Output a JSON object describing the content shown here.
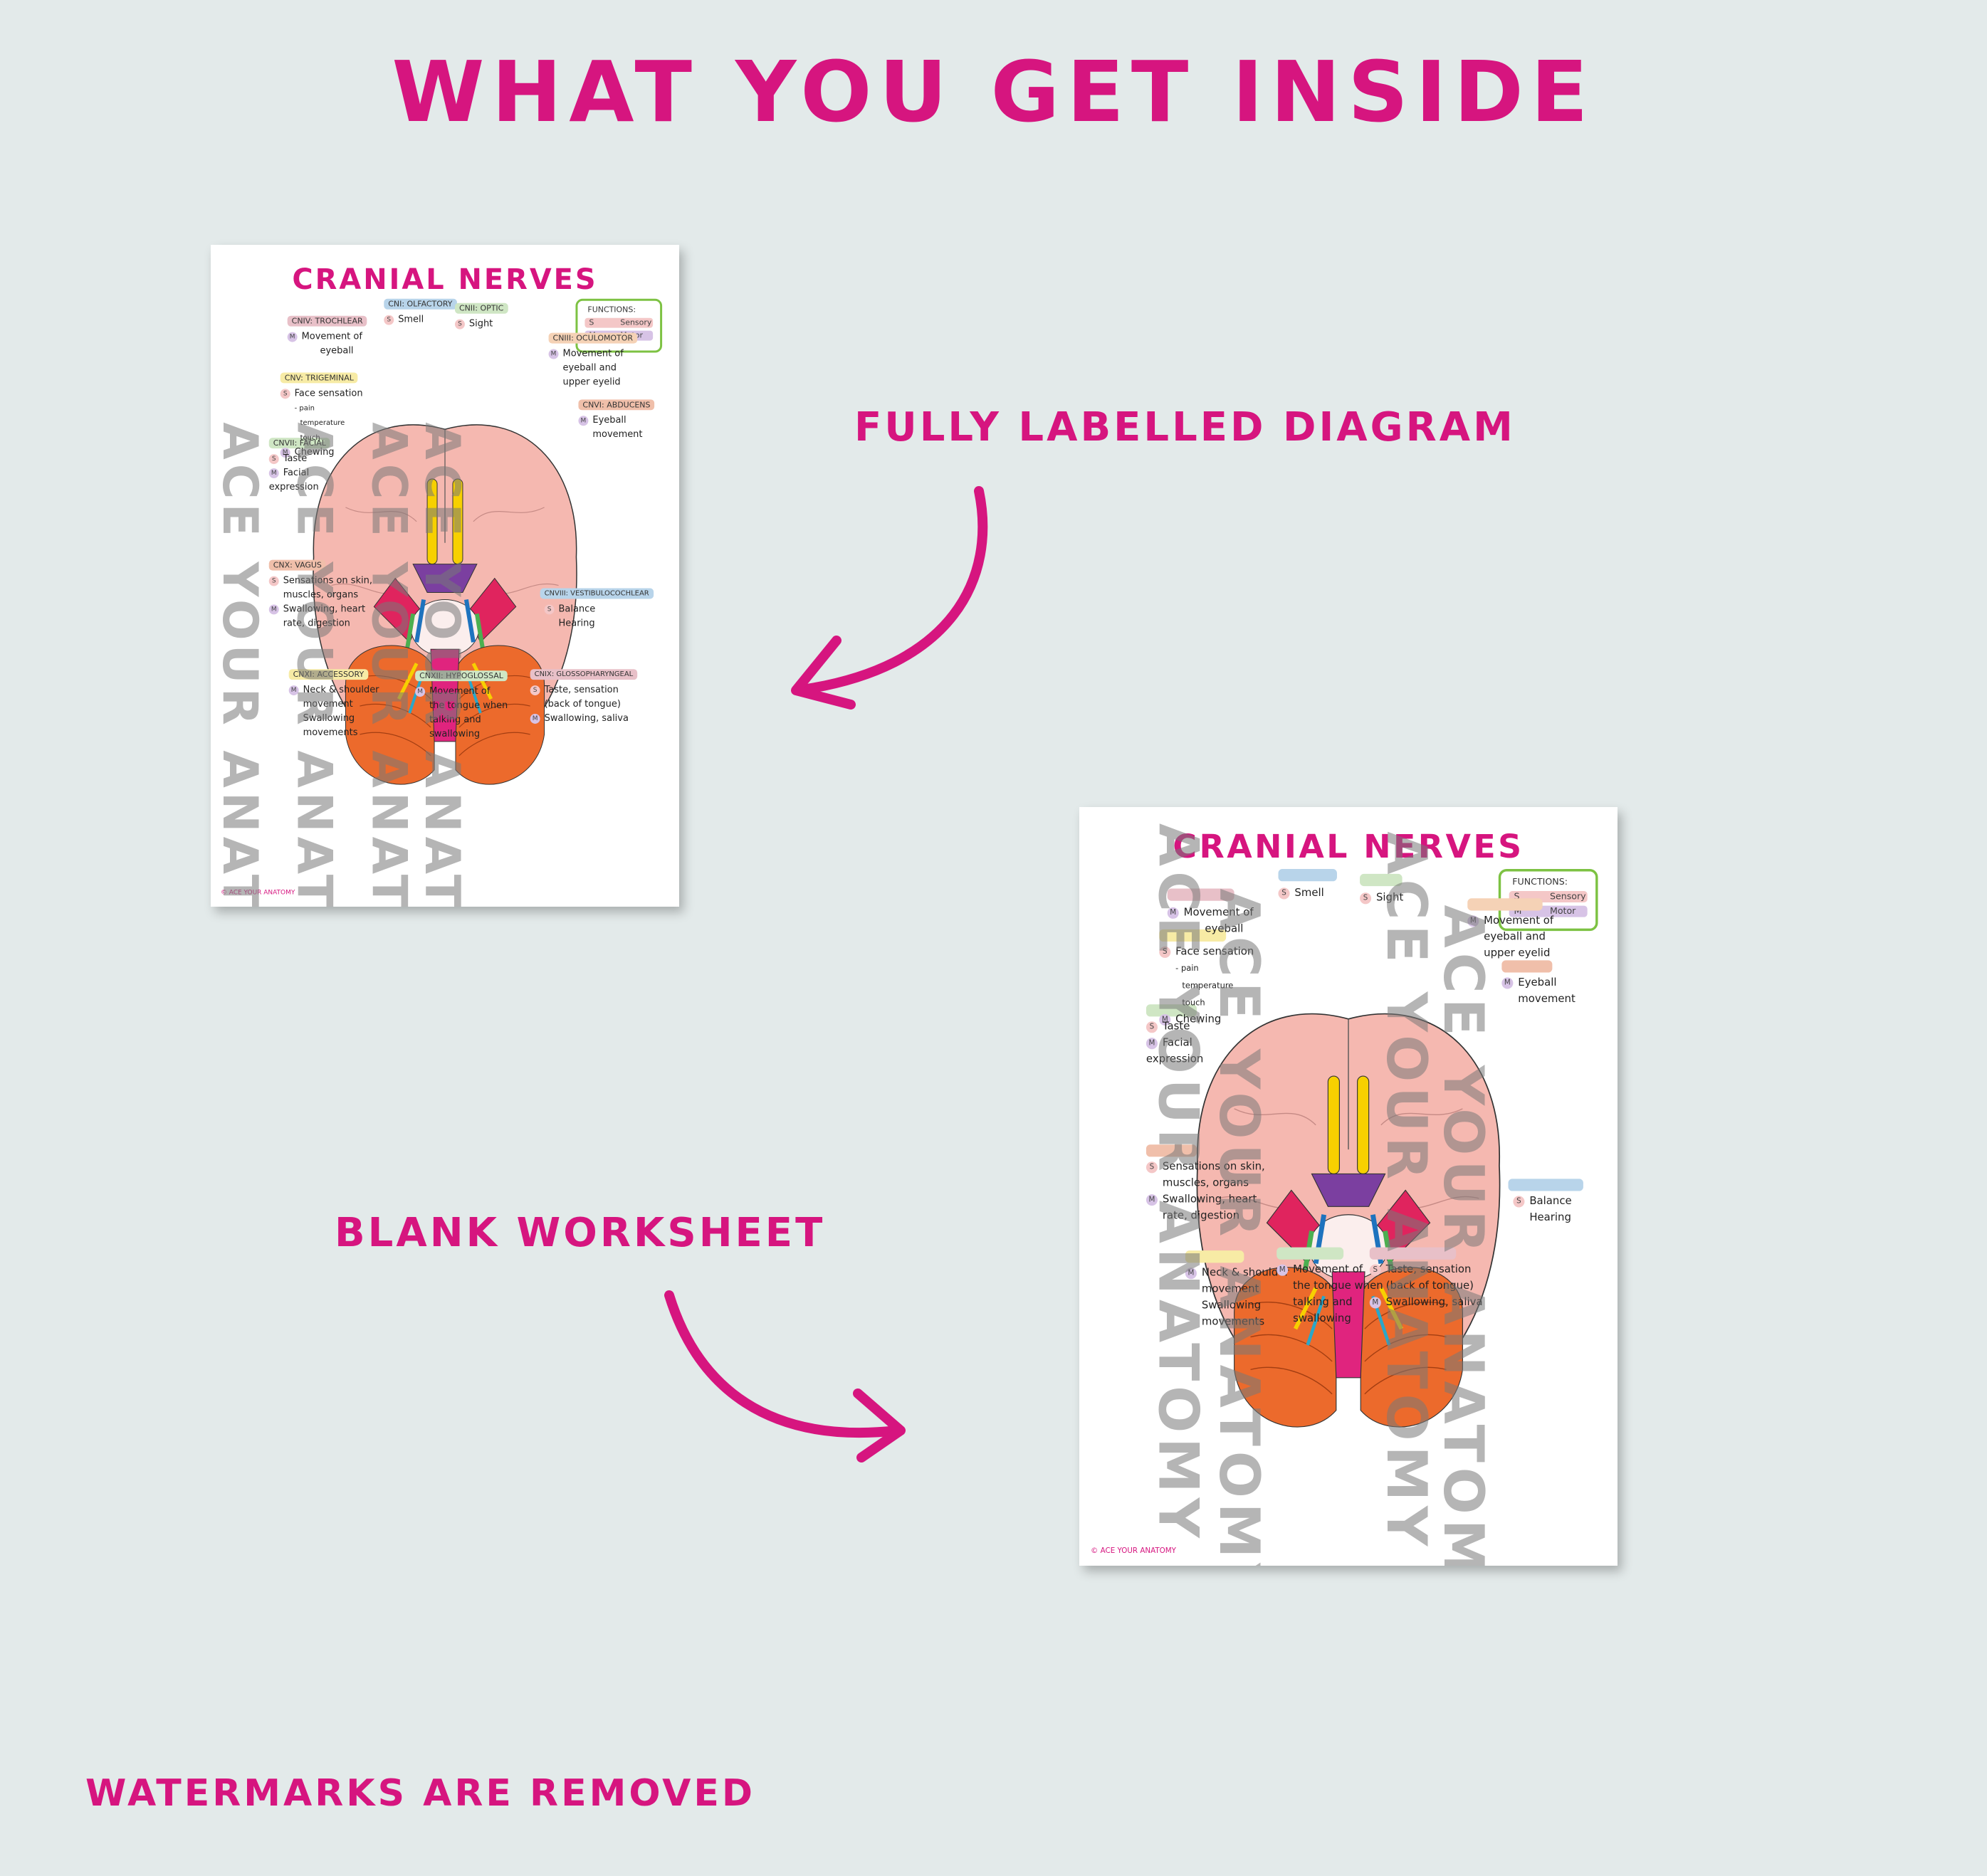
{
  "header": {
    "title": "WHAT YOU GET INSIDE"
  },
  "labels": {
    "full": "FULLY LABELLED DIAGRAM",
    "blank": "BLANK WORKSHEET",
    "watermarks": "WATERMARKS ARE REMOVED"
  },
  "sheet": {
    "title": "CRANIAL NERVES",
    "functions_title": "FUNCTIONS:",
    "sensory_letter": "S",
    "sensory": "Sensory",
    "motor_letter": "M",
    "motor": "Motor",
    "copyright": "© ACE YOUR ANATOMY",
    "watermark": "ACE YOUR ANATOMY"
  },
  "nerves": {
    "olfactory": {
      "name": "CNI: OLFACTORY",
      "lines": [
        "Smell"
      ]
    },
    "optic": {
      "name": "CNII: OPTIC",
      "lines": [
        "Sight"
      ]
    },
    "trochlear": {
      "name": "CNIV: TROCHLEAR",
      "lines": [
        "Movement of",
        "eyeball"
      ]
    },
    "oculomotor": {
      "name": "CNIII: OCULOMOTOR",
      "lines": [
        "Movement of",
        "eyeball and",
        "upper eyelid"
      ]
    },
    "trigeminal": {
      "name": "CNV: TRIGEMINAL",
      "lines": [
        "Face sensation",
        "- pain",
        "temperature",
        "touch",
        "Chewing"
      ]
    },
    "abducens": {
      "name": "CNVI: ABDUCENS",
      "lines": [
        "Eyeball",
        "movement"
      ]
    },
    "facial": {
      "name": "CNVII: FACIAL",
      "lines": [
        "Taste",
        "Facial",
        "expression"
      ]
    },
    "vagus": {
      "name": "CNX: VAGUS",
      "lines": [
        "Sensations on skin,",
        "muscles, organs",
        "Swallowing, heart",
        "rate, digestion"
      ]
    },
    "vestibulocochlear": {
      "name": "CNVIII: VESTIBULOCOCHLEAR",
      "lines": [
        "Balance",
        "Hearing"
      ]
    },
    "accessory": {
      "name": "CNXI: ACCESSORY",
      "lines": [
        "Neck & shoulder",
        "movement",
        "Swallowing",
        "movements"
      ]
    },
    "hypoglossal": {
      "name": "CNXII: HYPOGLOSSAL",
      "lines": [
        "Movement of",
        "the tongue when",
        "talking and",
        "swallowing"
      ]
    },
    "glossopharyngeal": {
      "name": "CNIX: GLOSSOPHARYNGEAL",
      "lines": [
        "Taste, sensation",
        "(back of tongue)",
        "Swallowing, saliva"
      ]
    }
  },
  "colors": {
    "accent": "#d6157f",
    "background": "#e3eaea",
    "legend_border": "#7dc243",
    "brain": "#f5b8b0",
    "cerebellum": "#ec6a2c"
  }
}
